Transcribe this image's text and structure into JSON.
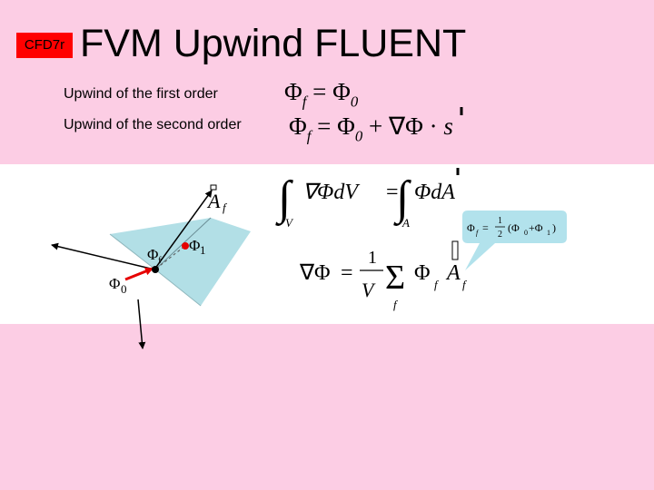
{
  "badge": "CFD7r",
  "title": "FVM Upwind FLUENT",
  "rows": [
    {
      "label": "Upwind of the first order",
      "phi": "Φ",
      "sub_f": "f",
      "equals": "=",
      "sub_0": "0"
    },
    {
      "label": "Upwind of the second order",
      "phi": "Φ",
      "sub_f": "f",
      "equals": "=",
      "sub_0": "0",
      "plus": "+",
      "nabla": "∇",
      "dot": "·",
      "s": "s"
    }
  ],
  "diagram": {
    "area_vector": "A",
    "area_sub": "f",
    "phi_f": "Φ",
    "phi_f_sub": "f",
    "phi_1": "Φ",
    "phi_1_sub": "1",
    "phi_0": "Φ",
    "phi_0_sub": "0"
  },
  "gauss": {
    "integral": "∫",
    "lhs": "∇ΦdV",
    "equals": "=",
    "rhs": "ΦdA",
    "lower_V": "V",
    "lower_A": "A"
  },
  "discrete": {
    "lhs": "∇Φ",
    "equals": "=",
    "numerator": "1",
    "denominator": "V",
    "sum": "Σ",
    "sum_sub": "f",
    "phi": "Φ",
    "phi_sub": "f",
    "A": "A",
    "A_sub": "f"
  },
  "callout": {
    "phi": "Φ",
    "phi_sub": "f",
    "equals": "=",
    "numerator": "1",
    "denominator": "2",
    "paren_content": "(Φ",
    "sub_0": "0",
    "plus": "+Φ",
    "sub_1": "1",
    "close": ")"
  },
  "colors": {
    "background": "#fccde4",
    "badge": "#ff0000",
    "cell": "#b2dfe6",
    "vector": "#e60000",
    "callout": "#b2e2ec"
  }
}
